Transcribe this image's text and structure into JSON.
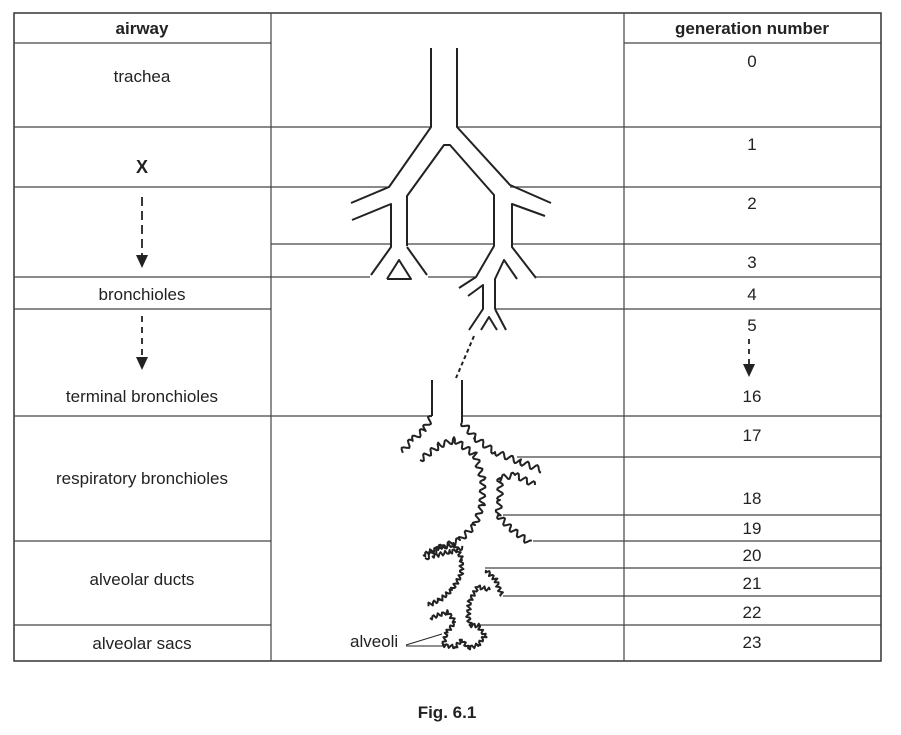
{
  "table": {
    "headers": {
      "airway": "airway",
      "diagram": "",
      "generation": "generation number"
    },
    "airway_rows": [
      {
        "label": "trachea"
      },
      {
        "label": "X"
      },
      {
        "label": "",
        "arrow": "solid-dashed-down"
      },
      {
        "label": "bronchioles"
      },
      {
        "label": "terminal bronchioles",
        "arrow": "dashed-down"
      },
      {
        "label": "respiratory bronchioles"
      },
      {
        "label": "alveolar ducts"
      },
      {
        "label": "alveolar sacs"
      }
    ],
    "generation_rows": [
      {
        "value": "0"
      },
      {
        "value": "1"
      },
      {
        "value": "2"
      },
      {
        "value": "3"
      },
      {
        "value": "4"
      },
      {
        "value_top": "5",
        "value_bottom": "16",
        "arrow": "dashed-down"
      },
      {
        "value": "17"
      },
      {
        "value": "18"
      },
      {
        "value": "19"
      },
      {
        "value": "20"
      },
      {
        "value": "21"
      },
      {
        "value": "22"
      },
      {
        "value": "23"
      }
    ]
  },
  "diagram": {
    "labels": {
      "alveoli": "alveoli"
    }
  },
  "caption": "Fig. 6.1"
}
